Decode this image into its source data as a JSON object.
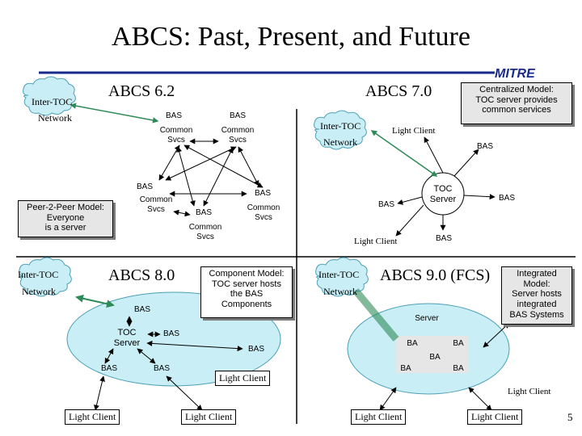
{
  "title": "ABCS: Past, Present, and Future",
  "logo": "MITRE",
  "page_number": "5",
  "inter_toc": {
    "line1": "Inter-TOC",
    "line2": "Network"
  },
  "q1": {
    "heading": "ABCS 6.2",
    "model_note": [
      "Peer-2-Peer Model:",
      "Everyone",
      "is a server"
    ],
    "bas": "BAS",
    "common_svcs": [
      "Common",
      "Svcs"
    ]
  },
  "q2": {
    "heading": "ABCS 7.0",
    "model_note": [
      "Centralized Model:",
      "TOC server provides",
      "common services"
    ],
    "toc_server": [
      "TOC",
      "Server"
    ],
    "bas": "BAS",
    "light_client": "Light Client"
  },
  "q3": {
    "heading": "ABCS 8.0",
    "model_note": [
      "Component Model:",
      "TOC server hosts",
      "the BAS",
      "Components"
    ],
    "toc_server": [
      "TOC",
      "Server"
    ],
    "bas": "BAS",
    "light_client": "Light Client"
  },
  "q4": {
    "heading": "ABCS 9.0 (FCS)",
    "model_note": [
      "Integrated",
      "Model:",
      "Server hosts",
      "integrated",
      "BAS Systems"
    ],
    "server": "Server",
    "ba": "BA",
    "light_client": "Light Client"
  }
}
